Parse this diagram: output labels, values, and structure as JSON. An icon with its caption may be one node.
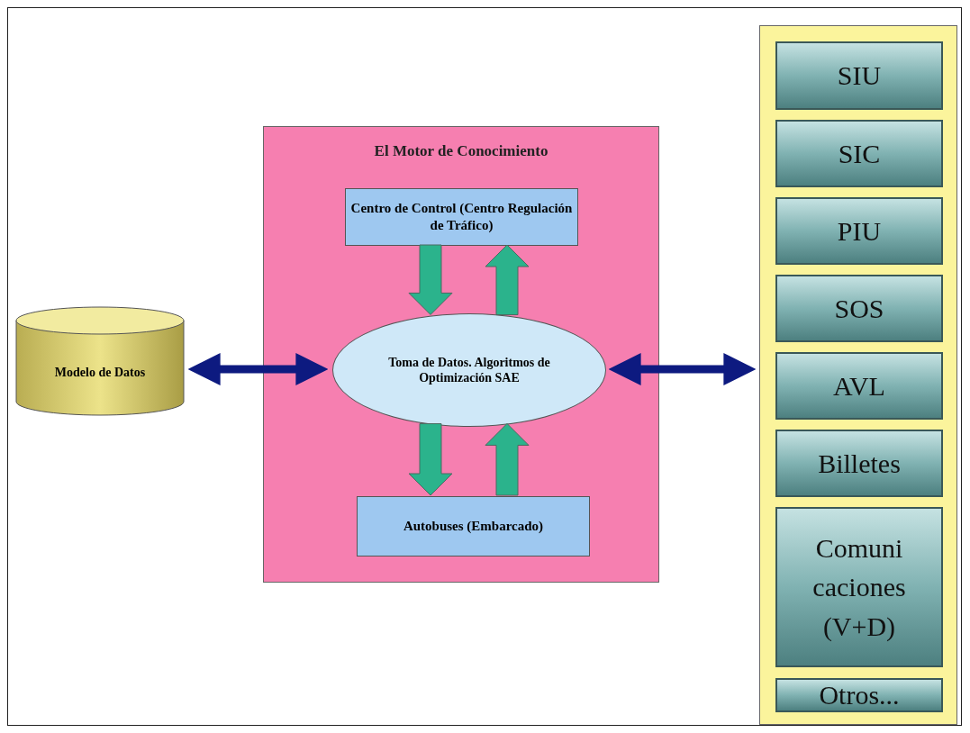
{
  "diagram": {
    "nodes": [
      {
        "text": [
          "Modelo de Datos"
        ]
      },
      {
        "text": [
          "El Motor de Conocimiento"
        ]
      },
      {
        "text": [
          "Centro de Control (Centro Regulación de Tráfico)"
        ],
        "in": 1
      },
      {
        "text": [
          "Toma de Datos. Algoritmos de Optimización SAE"
        ],
        "in": 1
      },
      {
        "text": [
          "Autobuses (Embarcado)"
        ],
        "in": 1
      },
      {
        "text": [],
        "shape": "box"
      },
      {
        "text": [
          "SIU"
        ],
        "in": 5
      },
      {
        "text": [
          "SIC"
        ],
        "in": 5
      },
      {
        "text": [
          "PIU"
        ],
        "in": 5
      },
      {
        "text": [
          "SOS"
        ],
        "in": 5
      },
      {
        "text": [
          "AVL"
        ],
        "in": 5
      },
      {
        "text": [
          "Billetes"
        ],
        "in": 5
      },
      {
        "text": [
          "Comuni caciones (V+D)"
        ],
        "in": 5
      },
      {
        "text": [
          "Otros..."
        ],
        "in": 5
      }
    ],
    "edges": [
      {
        "from": 0,
        "to": 3,
        "arrow": "both",
        "color": "#0d1a80"
      },
      {
        "from": 3,
        "to": 5,
        "arrow": "both",
        "color": "#0d1a80"
      },
      {
        "from": 2,
        "to": 3,
        "arrow": "to",
        "style": "thick"
      },
      {
        "from": 3,
        "to": 2,
        "arrow": "to",
        "style": "thick"
      },
      {
        "from": 3,
        "to": 4,
        "arrow": "to",
        "style": "thick"
      },
      {
        "from": 4,
        "to": 3,
        "arrow": "to",
        "style": "thick"
      }
    ]
  }
}
